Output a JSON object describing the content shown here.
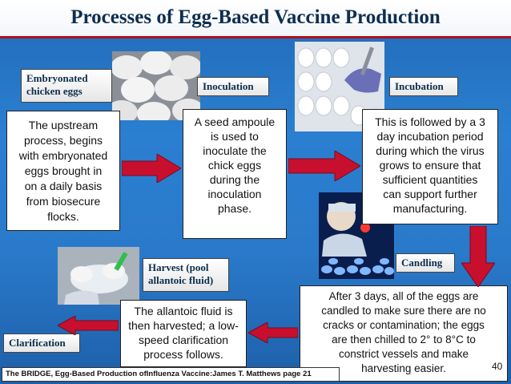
{
  "title": "Processes of  Egg-Based Vaccine Production",
  "steps": {
    "embryonated": {
      "label_line1": "Embryonated",
      "label_line2": "chicken eggs",
      "text_lines": [
        "The upstream",
        "process, begins",
        "with embryonated",
        "eggs brought in",
        "on a daily basis",
        "from biosecure",
        "flocks."
      ]
    },
    "inoculation": {
      "label": "Inoculation",
      "text_lines": [
        "A seed ampoule",
        "is used to",
        "inoculate the",
        "chick eggs",
        "during the",
        "inoculation",
        "phase."
      ]
    },
    "incubation": {
      "label": "Incubation",
      "text_lines": [
        "This is followed by a 3",
        "day incubation period",
        "during which the virus",
        "grows to ensure that",
        "sufficient quantities",
        "can support further",
        "manufacturing."
      ]
    },
    "candling": {
      "label": "Candling",
      "text_lines": [
        "After 3 days, all of the eggs are",
        "candled to make sure there are no",
        "cracks or contamination; the eggs",
        "are then chilled to 2° to 8°C to",
        "constrict vessels and make",
        "harvesting easier."
      ]
    },
    "harvest": {
      "label_line1": "Harvest (pool",
      "label_line2": "allantoic fluid)",
      "text_lines": [
        "The allantoic fluid is",
        "then harvested; a low-",
        "speed clarification",
        "process follows."
      ]
    },
    "clarification": {
      "label": "Clarification"
    }
  },
  "footer": "The BRIDGE, Egg-Based Production ofInfluenza Vaccine:James T. Matthews page 21",
  "page_number": "40",
  "colors": {
    "background": "#2a7acb",
    "arrow": "#c8102e",
    "title_text": "#0d2e4f",
    "title_rule": "#b30d1c"
  }
}
